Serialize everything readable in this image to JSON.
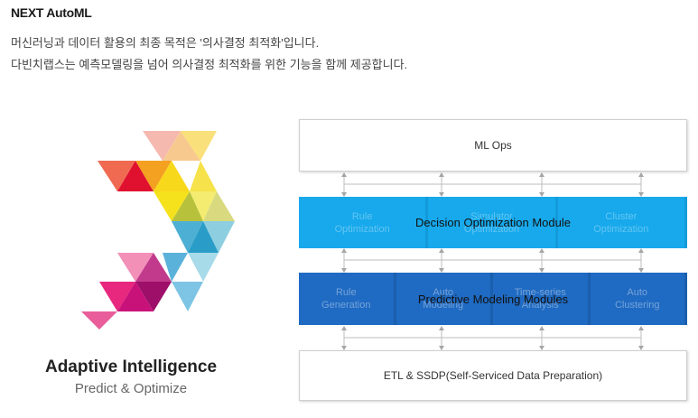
{
  "header": {
    "title": "NEXT AutoML",
    "line1": "머신러닝과 데이터 활용의 최종 목적은 '의사결정 최적화'입니다.",
    "line2": "다빈치랩스는 예측모델링을 넘어 의사결정 최적화를 위한  기능을 함께 제공합니다."
  },
  "brand": {
    "name": "Adaptive Intelligence",
    "tagline": "Predict & Optimize"
  },
  "stack": {
    "mlops": "ML Ops",
    "decision": {
      "title": "Decision Optimization Module",
      "subs": [
        "Rule\nOptimization",
        "Simulator\nOptimization",
        "Cluster\nOptimization"
      ]
    },
    "predictive": {
      "title": "Predictive Modeling Modules",
      "subs": [
        "Rule\nGeneration",
        "Auto\nModeling",
        "Time-series\nAnalysis",
        "Auto\nClustering"
      ]
    },
    "etl": "ETL & SSDP(Self-Serviced Data Preparation)"
  },
  "colors": {
    "decision_layer": "#17a9ec",
    "predictive_layer": "#1f6ac2"
  }
}
